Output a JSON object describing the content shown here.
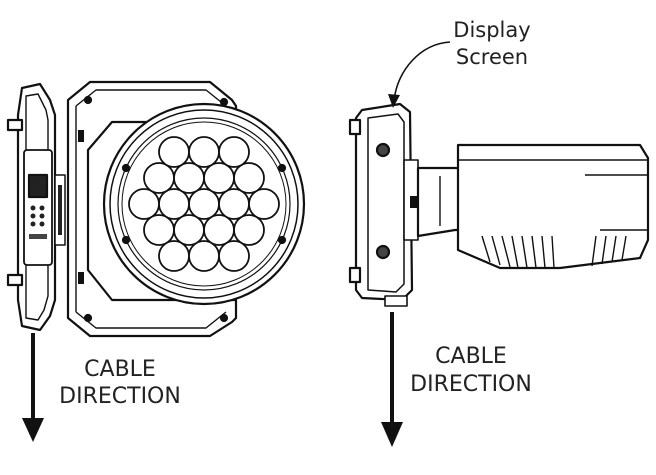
{
  "callout": {
    "line1": "Display",
    "line2": "Screen"
  },
  "left_view": {
    "label_line1": "CABLE",
    "label_line2": "DIRECTION"
  },
  "right_view": {
    "label_line1": "CABLE",
    "label_line2": "DIRECTION"
  },
  "colors": {
    "line": "#111111",
    "fill": "#ffffff",
    "shade": "#dcdcdc"
  },
  "icons": [
    "arrow-down-icon",
    "curved-pointer-arrow-icon"
  ]
}
